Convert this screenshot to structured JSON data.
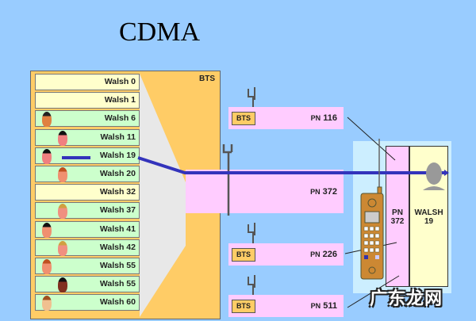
{
  "title": "CDMA",
  "bts_panel": {
    "label": "BTS",
    "walsh_rows": [
      {
        "label": "Walsh 0",
        "occupied": false
      },
      {
        "label": "Walsh 1",
        "occupied": false
      },
      {
        "label": "Walsh 6",
        "occupied": true,
        "face": "man-dark-hair"
      },
      {
        "label": "Walsh 11",
        "occupied": true,
        "face": "woman-black-bob"
      },
      {
        "label": "Walsh 19",
        "occupied": true,
        "face": "woman-long-black-hair",
        "active": true
      },
      {
        "label": "Walsh 20",
        "occupied": true,
        "face": "woman-red-hair"
      },
      {
        "label": "Walsh 32",
        "occupied": false
      },
      {
        "label": "Walsh 37",
        "occupied": true,
        "face": "man-blond-hair"
      },
      {
        "label": "Walsh 41",
        "occupied": true,
        "face": "man-black-hair"
      },
      {
        "label": "Walsh 42",
        "occupied": true,
        "face": "man-blond-hair"
      },
      {
        "label": "Walsh 55",
        "occupied": true,
        "face": "woman-red-hair"
      },
      {
        "label": "Walsh 55",
        "occupied": true,
        "face": "woman-dark-skin"
      },
      {
        "label": "Walsh 60",
        "occupied": true,
        "face": "woman-brown-bob"
      }
    ]
  },
  "pn_channels": [
    {
      "bts": "BTS",
      "pn_prefix": "PN",
      "pn_value": "116"
    },
    {
      "bts": "",
      "pn_prefix": "PN",
      "pn_value": "372",
      "main": true
    },
    {
      "bts": "BTS",
      "pn_prefix": "PN",
      "pn_value": "226"
    },
    {
      "bts": "BTS",
      "pn_prefix": "PN",
      "pn_value": "511"
    }
  ],
  "mobile": {
    "pn_line1": "PN",
    "pn_line2": "372",
    "walsh_line1": "WALSH",
    "walsh_line2": "19"
  },
  "colors": {
    "background": "#99ccff",
    "bts_panel": "#ffcc66",
    "signal_line": "#3333bb",
    "pn_box": "#ffccff",
    "walsh_empty": "#ffffcc",
    "walsh_user": "#ccffcc"
  },
  "watermark": "广东龙网"
}
